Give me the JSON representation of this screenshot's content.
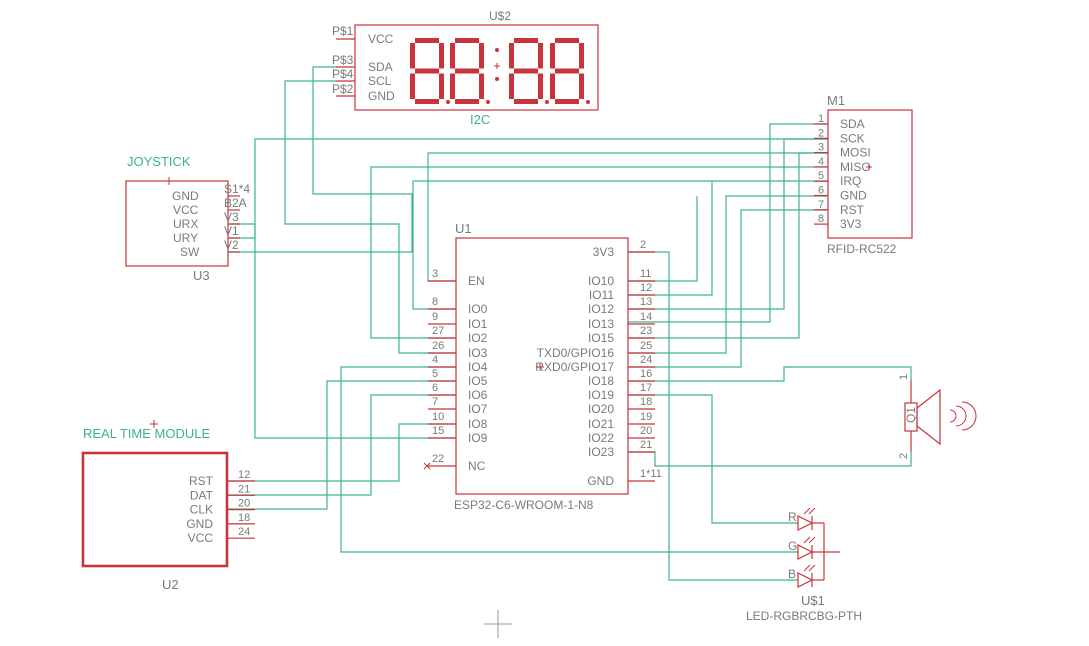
{
  "display": {
    "ref": "U$2",
    "name": "I2C",
    "pins": [
      {
        "pad": "P$1",
        "label": "VCC"
      },
      {
        "pad": "P$3",
        "label": "SDA"
      },
      {
        "pad": "P$4",
        "label": "SCL"
      },
      {
        "pad": "P$2",
        "label": "GND"
      }
    ]
  },
  "joystick": {
    "name": "JOYSTICK",
    "ref": "U3",
    "pins": [
      {
        "label": "GND",
        "pad": "S1*4"
      },
      {
        "label": "VCC",
        "pad": "B2A"
      },
      {
        "label": "URX",
        "pad": "V3"
      },
      {
        "label": "URY",
        "pad": "V1"
      },
      {
        "label": "SW",
        "pad": "V2"
      }
    ]
  },
  "mcu": {
    "ref": "U1",
    "value": "ESP32-C6-WROOM-1-N8",
    "left_pins": [
      {
        "num": "3",
        "label": "EN"
      },
      {
        "num": "8",
        "label": "IO0"
      },
      {
        "num": "9",
        "label": "IO1"
      },
      {
        "num": "27",
        "label": "IO2"
      },
      {
        "num": "26",
        "label": "IO3"
      },
      {
        "num": "4",
        "label": "IO4"
      },
      {
        "num": "5",
        "label": "IO5"
      },
      {
        "num": "6",
        "label": "IO6"
      },
      {
        "num": "7",
        "label": "IO7"
      },
      {
        "num": "10",
        "label": "IO8"
      },
      {
        "num": "15",
        "label": "IO9"
      },
      {
        "num": "22",
        "label": "NC"
      }
    ],
    "right_pins": [
      {
        "num": "2",
        "label": "3V3"
      },
      {
        "num": "11",
        "label": "IO10"
      },
      {
        "num": "12",
        "label": "IO11"
      },
      {
        "num": "13",
        "label": "IO12"
      },
      {
        "num": "14",
        "label": "IO13"
      },
      {
        "num": "23",
        "label": "IO15"
      },
      {
        "num": "25",
        "label": "TXD0/GPIO16"
      },
      {
        "num": "24",
        "label": "RXD0/GPIO17"
      },
      {
        "num": "16",
        "label": "IO18"
      },
      {
        "num": "17",
        "label": "IO19"
      },
      {
        "num": "18",
        "label": "IO20"
      },
      {
        "num": "19",
        "label": "IO21"
      },
      {
        "num": "20",
        "label": "IO22"
      },
      {
        "num": "21",
        "label": "IO23"
      },
      {
        "num": "1*11",
        "label": "GND"
      }
    ]
  },
  "rfid": {
    "ref": "M1",
    "value": "RFID-RC522",
    "pins": [
      {
        "num": "1",
        "label": "SDA"
      },
      {
        "num": "2",
        "label": "SCK"
      },
      {
        "num": "3",
        "label": "MOSI"
      },
      {
        "num": "4",
        "label": "MISO"
      },
      {
        "num": "5",
        "label": "IRQ"
      },
      {
        "num": "6",
        "label": "GND"
      },
      {
        "num": "7",
        "label": "RST"
      },
      {
        "num": "8",
        "label": "3V3"
      }
    ]
  },
  "rtc": {
    "name": "REAL TIME MODULE",
    "ref": "U2",
    "pins": [
      {
        "label": "RST",
        "num": "12"
      },
      {
        "label": "DAT",
        "num": "21"
      },
      {
        "label": "CLK",
        "num": "20"
      },
      {
        "label": "GND",
        "num": "18"
      },
      {
        "label": "VCC",
        "num": "24"
      }
    ]
  },
  "buzzer": {
    "ref": "Q1",
    "pin_top": "1",
    "pin_bottom": "2"
  },
  "led": {
    "ref": "U$1",
    "value": "LED-RGBRCBG-PTH",
    "channels": [
      "R",
      "G",
      "B"
    ]
  },
  "colors": {
    "part": "#c8343b",
    "wire": "#3cb38a",
    "label": "#7a7a7a"
  }
}
